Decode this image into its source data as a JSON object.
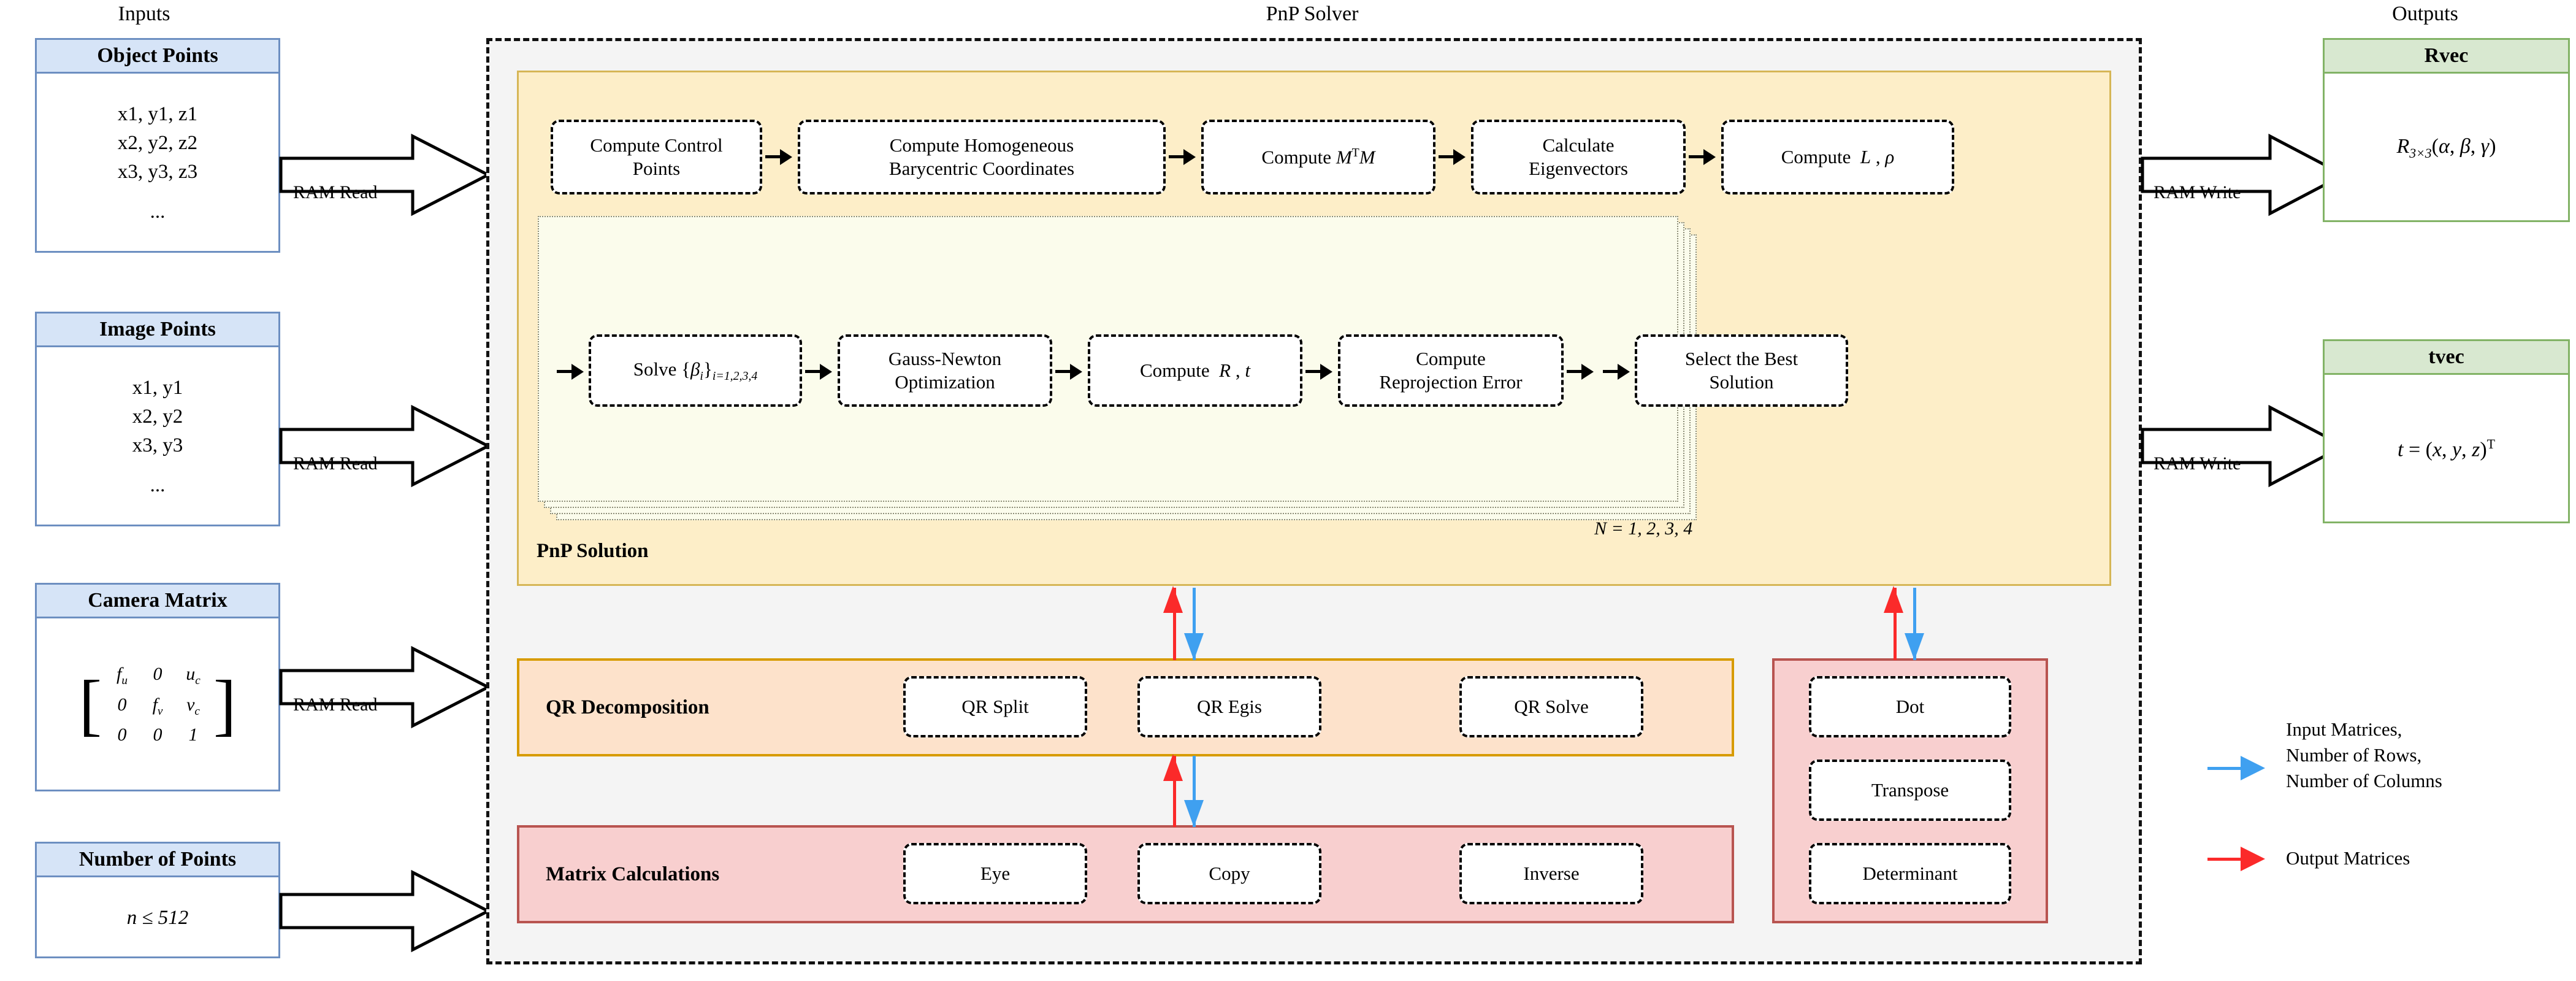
{
  "columns": {
    "inputs_caption": "Inputs",
    "solver_caption": "PnP Solver",
    "outputs_caption": "Outputs"
  },
  "inputs": [
    {
      "title": "Object Points",
      "lines": [
        "x1, y1, z1",
        "x2, y2, z2",
        "x3, y3, z3",
        "..."
      ],
      "arrow_label": "RAM Read"
    },
    {
      "title": "Image Points",
      "lines": [
        "x1, y1",
        "x2, y2",
        "x3, y3",
        "..."
      ],
      "arrow_label": "RAM Read"
    },
    {
      "title": "Camera Matrix",
      "matrix": [
        [
          "f",
          "u",
          "0",
          "",
          "u",
          "c"
        ],
        [
          "0",
          "",
          "f",
          "v",
          "v",
          "c"
        ],
        [
          "0",
          "",
          "0",
          "",
          "1",
          ""
        ]
      ],
      "arrow_label": "RAM Read"
    },
    {
      "title": "Number of Points",
      "value": "n ≤ 512",
      "arrow_label": ""
    }
  ],
  "camera_matrix_cells": [
    {
      "base": "f",
      "sub": "u"
    },
    {
      "base": "0",
      "sub": ""
    },
    {
      "base": "u",
      "sub": "c"
    },
    {
      "base": "0",
      "sub": ""
    },
    {
      "base": "f",
      "sub": "v"
    },
    {
      "base": "v",
      "sub": "c"
    },
    {
      "base": "0",
      "sub": ""
    },
    {
      "base": "0",
      "sub": ""
    },
    {
      "base": "1",
      "sub": ""
    }
  ],
  "outputs": [
    {
      "title": "Rvec",
      "value": "R₃ˣ₃(α, β, γ)",
      "arrow_label": "RAM Write"
    },
    {
      "title": "tvec",
      "value": "t = (x, y, z)ᵀ",
      "arrow_label": "RAM Write"
    }
  ],
  "pnp": {
    "title": "PnP Solution",
    "loop_label": "N = 1, 2, 3, 4",
    "row1": [
      {
        "label": "Compute Control Points",
        "lines": [
          "Compute Control",
          "Points"
        ]
      },
      {
        "label": "Compute Homogeneous Barycentric Coordinates",
        "lines": [
          "Compute Homogeneous",
          "Barycentric Coordinates"
        ]
      },
      {
        "label": "Compute MTM",
        "lines": [
          "Compute MᵀM"
        ]
      },
      {
        "label": "Calculate Eigenvectors",
        "lines": [
          "Calculate",
          "Eigenvectors"
        ]
      },
      {
        "label": "Compute L, rho",
        "lines": [
          "Compute  L , ρ"
        ]
      }
    ],
    "row2": [
      {
        "label": "Solve betas",
        "lines": [
          "Solve {βᵢ}ᵢ₌₁,₂,₃,₄"
        ]
      },
      {
        "label": "Gauss-Newton Optimization",
        "lines": [
          "Gauss-Newton",
          "Optimization"
        ]
      },
      {
        "label": "Compute R, t",
        "lines": [
          "Compute  R ,  t"
        ]
      },
      {
        "label": "Compute Reprojection Error",
        "lines": [
          "Compute",
          "Reprojection Error"
        ]
      }
    ],
    "select_best": {
      "label": "Select the Best Solution",
      "lines": [
        "Select the Best",
        "Solution"
      ]
    }
  },
  "qr": {
    "title": "QR Decomposition",
    "nodes": [
      "QR Split",
      "QR Egis",
      "QR Solve"
    ]
  },
  "matrix_calc": {
    "title": "Matrix Calculations",
    "nodes_row": [
      "Eye",
      "Copy",
      "Inverse"
    ],
    "nodes_col": [
      "Dot",
      "Transpose",
      "Determinant"
    ]
  },
  "legend": [
    {
      "color": "#3fa0f0",
      "text_lines": [
        "Input Matrices,",
        "Number of Rows,",
        "Number of Columns"
      ]
    },
    {
      "color": "#fb2a2a",
      "text_lines": [
        "Output Matrices"
      ]
    }
  ],
  "colors": {
    "input_border": "#6d8fc1",
    "input_header": "#d6e4f7",
    "output_border": "#82b366",
    "output_header": "#d8e8d0",
    "pnp_fill": "#fdeec8",
    "pnp_border": "#d6b656",
    "qr_fill": "#fde2cb",
    "qr_border": "#d79b00",
    "mc_fill": "#f8cfcf",
    "mc_border": "#b85450",
    "solver_bg": "#f4f4f4",
    "input_arrow": "#3fa0f0",
    "output_arrow": "#fb2a2a"
  }
}
